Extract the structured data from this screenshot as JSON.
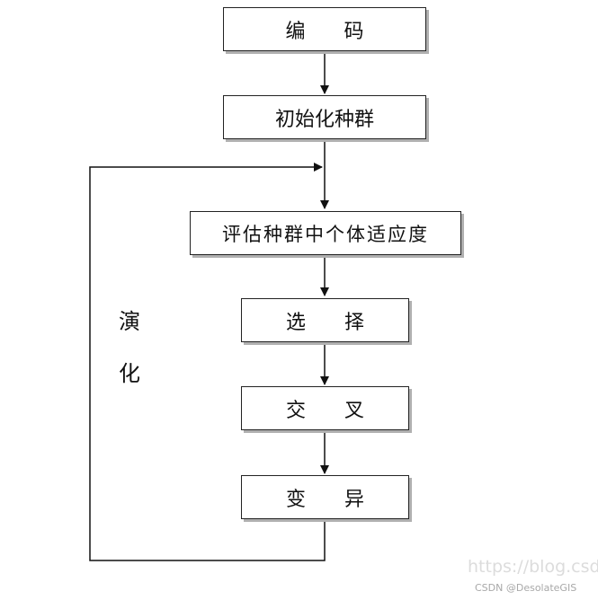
{
  "steps": {
    "encode": "编 码",
    "init": "初始化种群",
    "evaluate": "评估种群中个体适应度",
    "select": "选 择",
    "crossover": "交 叉",
    "mutate": "变 异"
  },
  "loop_label": {
    "char1": "演",
    "char2": "化"
  },
  "watermark": {
    "url": "https://blog.csdr",
    "credit": "CSDN @DesolateGIS"
  }
}
